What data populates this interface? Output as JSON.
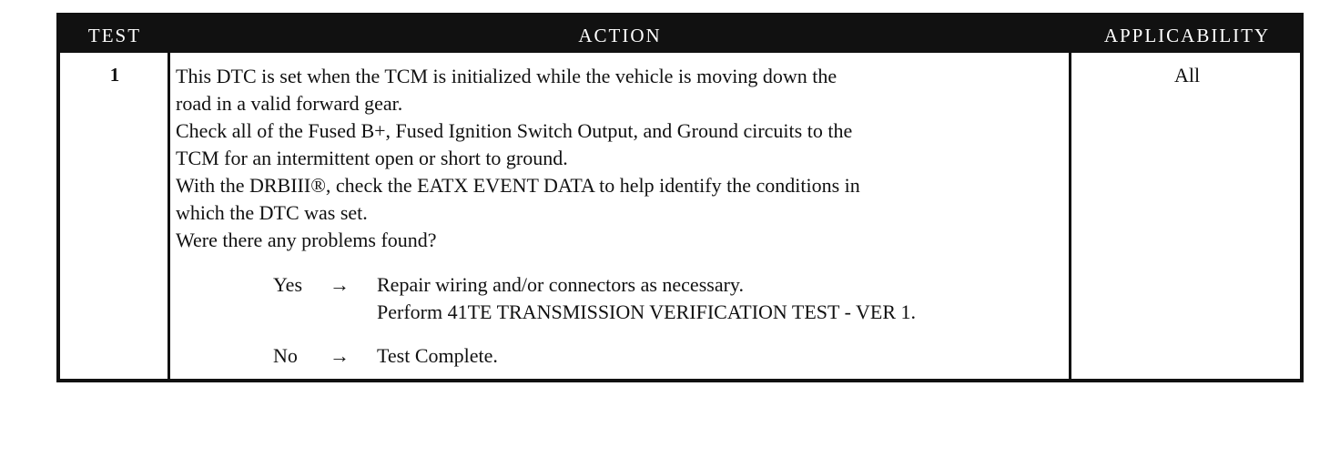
{
  "header": {
    "test": "TEST",
    "action": "ACTION",
    "applicability": "APPLICABILITY"
  },
  "row": {
    "test_number": "1",
    "applicability": "All",
    "action_lines": [
      "This DTC is set when the TCM is initialized while the vehicle is moving down the",
      "road in a valid forward gear.",
      "Check all of the Fused B+, Fused Ignition Switch Output, and Ground circuits to the",
      "TCM for an intermittent open or short to ground.",
      "With the DRBIII®, check the EATX EVENT DATA to help identify the conditions in",
      "which the DTC was set.",
      "Were there any problems found?"
    ],
    "answers": [
      {
        "label": "Yes",
        "arrow": "→",
        "lines": [
          "Repair wiring and/or connectors as necessary.",
          "Perform 41TE TRANSMISSION VERIFICATION TEST - VER 1."
        ]
      },
      {
        "label": "No",
        "arrow": "→",
        "lines": [
          "Test Complete."
        ]
      }
    ]
  },
  "colors": {
    "header_bg": "#111111",
    "header_text": "#ffffff",
    "border": "#111111",
    "text": "#111111"
  }
}
